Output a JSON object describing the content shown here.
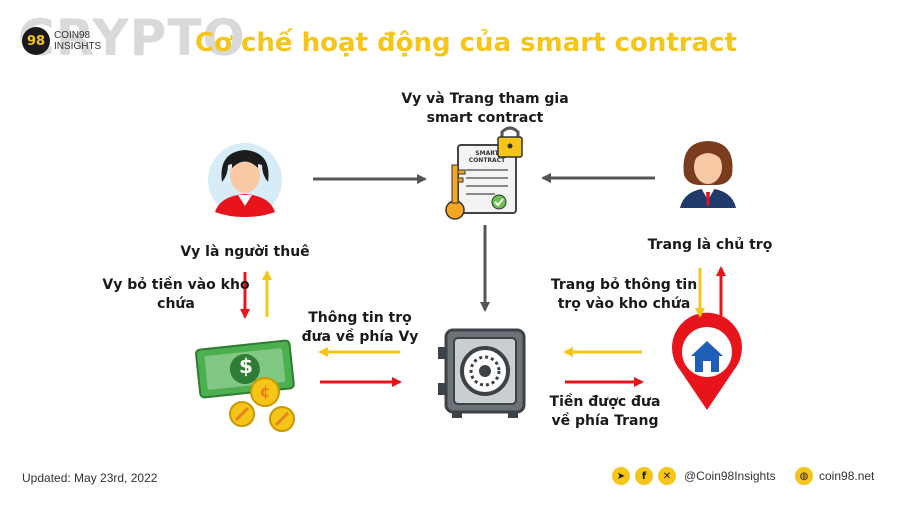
{
  "header": {
    "watermark": "CRYPTO",
    "logo_mark": "98",
    "logo_line1": "COIN98",
    "logo_line2": "INSIGHTS",
    "title": "Cơ chế hoạt động của smart contract"
  },
  "diagram": {
    "join_label_line1": "Vy và Trang tham gia",
    "join_label_line2": "smart contract",
    "contract_doc_text": "SMART CONTRACT",
    "vy_label": "Vy là người thuê",
    "trang_label": "Trang là chủ trọ",
    "vy_deposit_line1": "Vy bỏ tiền vào kho",
    "vy_deposit_line2": "chứa",
    "info_to_vy_line1": "Thông tin trọ",
    "info_to_vy_line2": "đưa về phía Vy",
    "trang_deposit_line1": "Trang bỏ thông tin",
    "trang_deposit_line2": "trọ vào kho chứa",
    "money_to_trang_line1": "Tiền được đưa",
    "money_to_trang_line2": "về phía Trang",
    "cash_symbol": "$",
    "coin_symbol": "¢"
  },
  "colors": {
    "accent": "#f5c518",
    "red_arrow": "#e8141b",
    "yellow_arrow": "#f5c518",
    "gray_arrow": "#555555"
  },
  "footer": {
    "updated": "Updated: May 23rd, 2022",
    "social_handle": "@Coin98Insights",
    "website": "coin98.net",
    "icons": [
      "telegram-icon",
      "facebook-icon",
      "x-icon",
      "globe-icon"
    ]
  }
}
